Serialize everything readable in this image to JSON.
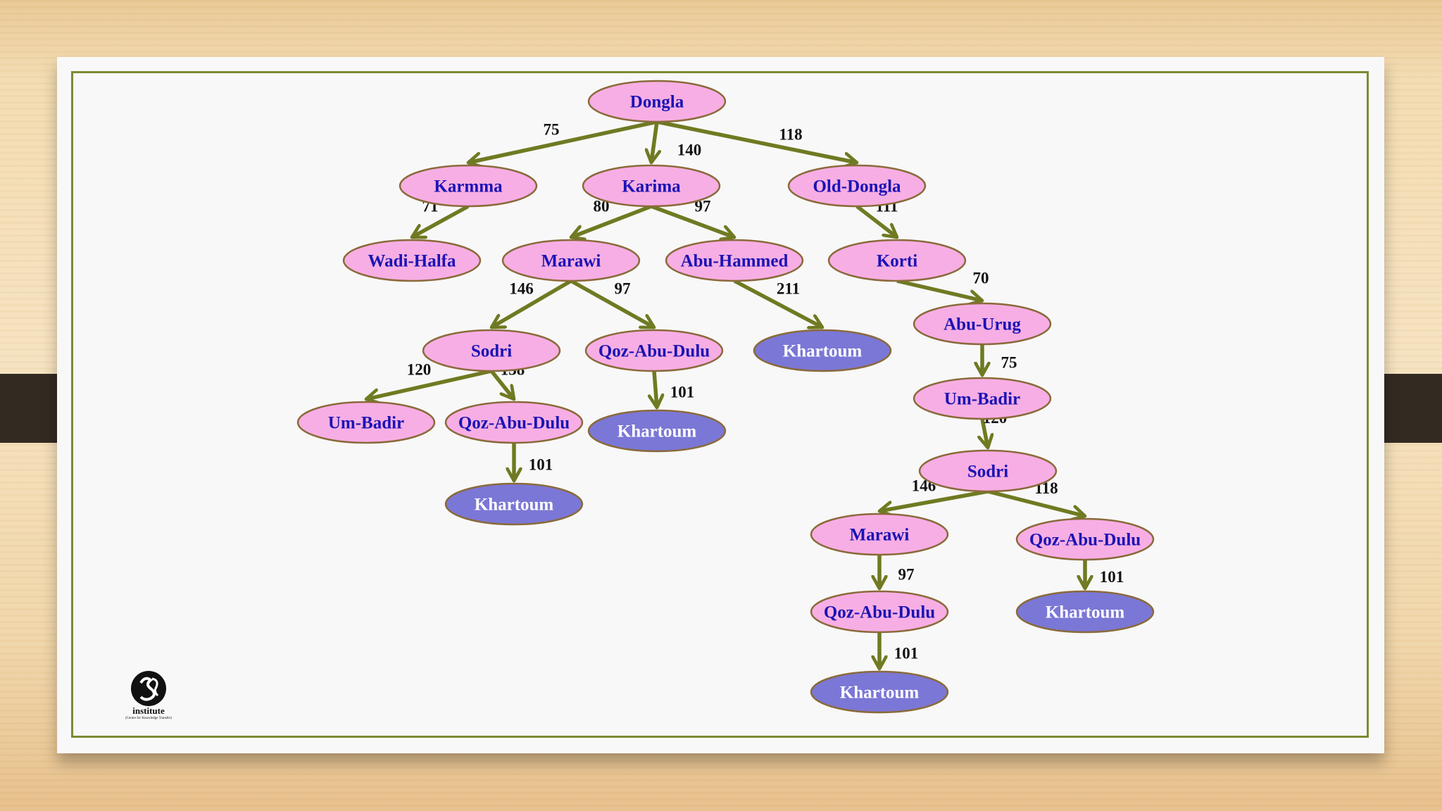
{
  "colors": {
    "node_fill": "#f7aee4",
    "goal_fill": "#7b77d6",
    "node_text": "#1b13b5",
    "goal_text": "#ffffff",
    "edge": "#6f7a22",
    "node_stroke": "#8a6a3a"
  },
  "diagram": {
    "nodes": [
      {
        "id": "n1",
        "label": "Dongla",
        "goal": false
      },
      {
        "id": "n2",
        "label": "Karmma",
        "goal": false
      },
      {
        "id": "n3",
        "label": "Karima",
        "goal": false
      },
      {
        "id": "n4",
        "label": "Old-Dongla",
        "goal": false
      },
      {
        "id": "n5",
        "label": "Wadi-Halfa",
        "goal": false
      },
      {
        "id": "n6",
        "label": "Marawi",
        "goal": false
      },
      {
        "id": "n7",
        "label": "Abu-Hammed",
        "goal": false
      },
      {
        "id": "n8",
        "label": "Korti",
        "goal": false
      },
      {
        "id": "n9",
        "label": "Sodri",
        "goal": false
      },
      {
        "id": "n10",
        "label": "Qoz-Abu-Dulu",
        "goal": false
      },
      {
        "id": "n11",
        "label": "Khartoum",
        "goal": true
      },
      {
        "id": "n12",
        "label": "Abu-Urug",
        "goal": false
      },
      {
        "id": "n13",
        "label": "Um-Badir",
        "goal": false
      },
      {
        "id": "n14",
        "label": "Qoz-Abu-Dulu",
        "goal": false
      },
      {
        "id": "n15",
        "label": "Khartoum",
        "goal": true
      },
      {
        "id": "n16",
        "label": "Um-Badir",
        "goal": false
      },
      {
        "id": "n17",
        "label": "Khartoum",
        "goal": true
      },
      {
        "id": "n18",
        "label": "Sodri",
        "goal": false
      },
      {
        "id": "n19",
        "label": "Marawi",
        "goal": false
      },
      {
        "id": "n20",
        "label": "Qoz-Abu-Dulu",
        "goal": false
      },
      {
        "id": "n21",
        "label": "Qoz-Abu-Dulu",
        "goal": false
      },
      {
        "id": "n22",
        "label": "Khartoum",
        "goal": true
      },
      {
        "id": "n23",
        "label": "Khartoum",
        "goal": true
      }
    ],
    "edges": [
      {
        "from": "n1",
        "to": "n2",
        "weight": "75"
      },
      {
        "from": "n1",
        "to": "n3",
        "weight": "140"
      },
      {
        "from": "n1",
        "to": "n4",
        "weight": "118"
      },
      {
        "from": "n2",
        "to": "n5",
        "weight": "71"
      },
      {
        "from": "n3",
        "to": "n6",
        "weight": "80"
      },
      {
        "from": "n3",
        "to": "n7",
        "weight": "97"
      },
      {
        "from": "n4",
        "to": "n8",
        "weight": "111"
      },
      {
        "from": "n6",
        "to": "n9",
        "weight": "146"
      },
      {
        "from": "n6",
        "to": "n10",
        "weight": "97"
      },
      {
        "from": "n7",
        "to": "n11",
        "weight": "211"
      },
      {
        "from": "n8",
        "to": "n12",
        "weight": "70"
      },
      {
        "from": "n9",
        "to": "n13",
        "weight": "120"
      },
      {
        "from": "n9",
        "to": "n14",
        "weight": "138"
      },
      {
        "from": "n10",
        "to": "n15",
        "weight": "101"
      },
      {
        "from": "n12",
        "to": "n16",
        "weight": "75"
      },
      {
        "from": "n14",
        "to": "n17",
        "weight": "101"
      },
      {
        "from": "n16",
        "to": "n18",
        "weight": "120"
      },
      {
        "from": "n18",
        "to": "n19",
        "weight": "146"
      },
      {
        "from": "n18",
        "to": "n20",
        "weight": "118"
      },
      {
        "from": "n19",
        "to": "n21",
        "weight": "97"
      },
      {
        "from": "n20",
        "to": "n22",
        "weight": "101"
      },
      {
        "from": "n21",
        "to": "n23",
        "weight": "101"
      }
    ]
  },
  "logo": {
    "text": "institute",
    "subtext": "(Centre for Knowledge Transfer)"
  }
}
